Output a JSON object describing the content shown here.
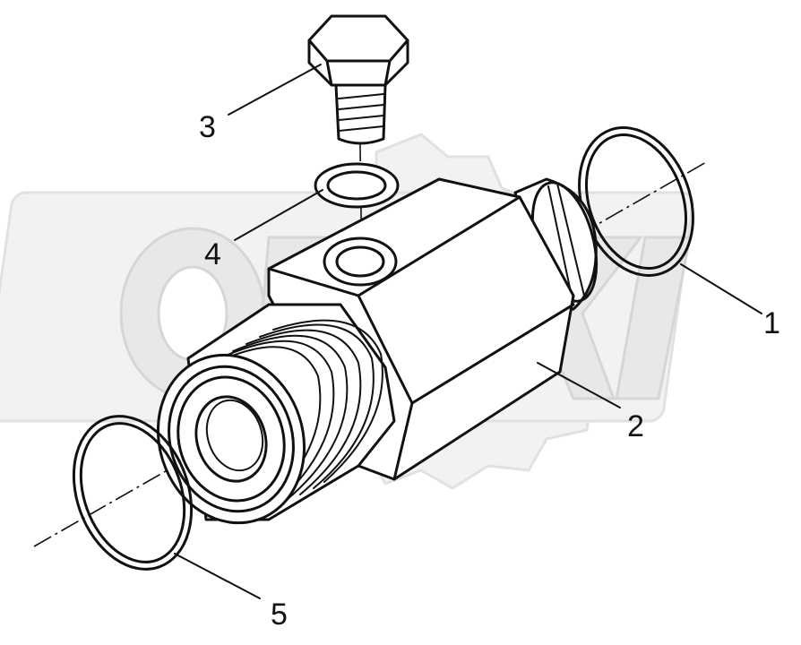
{
  "callouts": [
    {
      "id": "1",
      "label": "1"
    },
    {
      "id": "2",
      "label": "2"
    },
    {
      "id": "3",
      "label": "3"
    },
    {
      "id": "4",
      "label": "4"
    },
    {
      "id": "5",
      "label": "5"
    }
  ],
  "watermark": {
    "text": "OPEX"
  },
  "colors": {
    "line": "#111111",
    "background": "#ffffff",
    "watermark": "#e4e4e4"
  }
}
